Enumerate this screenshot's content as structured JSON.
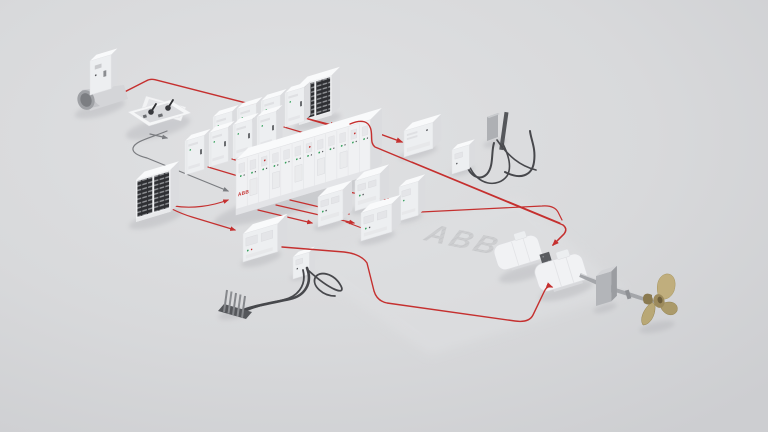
{
  "illustration": {
    "brand": "ABB",
    "watermark_text": "ABB",
    "switchboard_logo": "ABB",
    "components": [
      "bow-thruster",
      "remote-control-console",
      "energy-storage-rack-top",
      "energy-storage-rack-left",
      "drive-cabinet-back-row",
      "drive-cabinet-front-row",
      "main-switchboard",
      "transformer-box",
      "shore-connection-box",
      "shore-connection-panel",
      "converter-cube-1",
      "converter-cube-2",
      "converter-box-3",
      "converter-box-4",
      "distribution-box",
      "junction-box",
      "cable-terminal-rack",
      "shaft-generator",
      "propulsion-motor",
      "shaft-coupling",
      "thrust-bearing-block",
      "propeller-shaft",
      "propeller",
      "power-cable-red",
      "signal-cable-gray",
      "abb-floor-watermark"
    ]
  },
  "colors": {
    "cable_red": "#c5302f",
    "cable_gray": "#7a7c80",
    "cable_dark": "#47484c",
    "rack_dark": "#2e2f33",
    "propeller_bronze": "#ab9a6a",
    "box_front": "#edeff1",
    "box_side": "#dbdcdf",
    "box_top": "#f9fafb",
    "floor": "#d7d8da",
    "watermark_gray": "#cbccce"
  }
}
